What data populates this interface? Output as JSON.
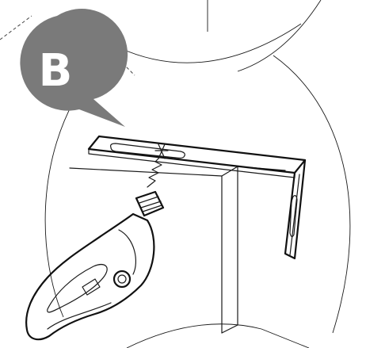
{
  "step_badge": {
    "letter": "B",
    "color": "#7a7a7a",
    "icon": "speech-bubble-badge"
  },
  "illustration": {
    "subject": "drill-screwing-bracket",
    "icons": [
      "wall-bracket-icon",
      "screw-icon",
      "power-drill-icon",
      "wall-block-icon"
    ],
    "line_color": "#1a1a1a"
  }
}
